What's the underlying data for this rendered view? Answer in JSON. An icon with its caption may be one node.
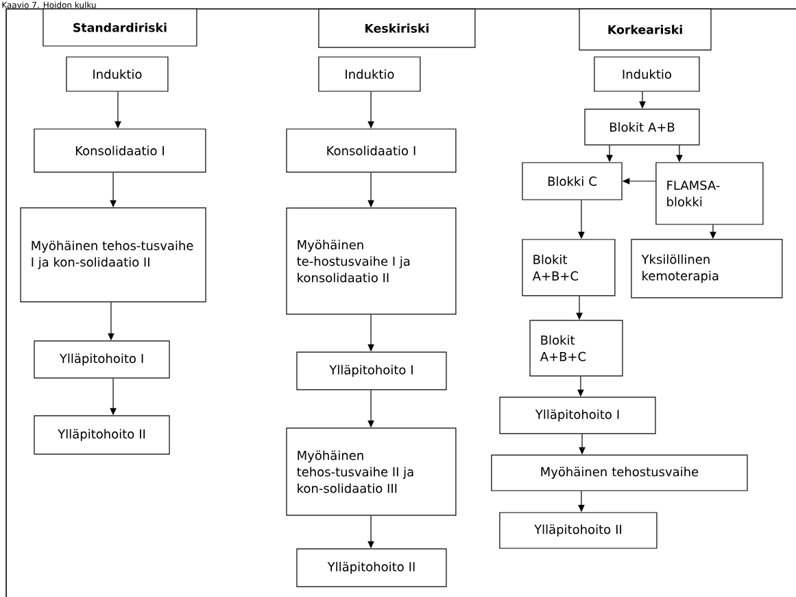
{
  "diagram": {
    "title": "Kaavio 7. Hoidon kulku",
    "nodes": [
      {
        "text": [
          "Standardiriski"
        ]
      },
      {
        "text": [
          "Induktio"
        ]
      },
      {
        "text": [
          "Konsolidaatio I"
        ]
      },
      {
        "text": [
          "Myöhäinen tehos-tusvaihe I ja kon-solidaatio II"
        ]
      },
      {
        "text": [
          "Ylläpitohoito I"
        ]
      },
      {
        "text": [
          "Ylläpitohoito II"
        ]
      },
      {
        "text": [
          "Keskiriski"
        ]
      },
      {
        "text": [
          "Induktio"
        ]
      },
      {
        "text": [
          "Konsolidaatio I"
        ]
      },
      {
        "text": [
          "Myöhäinen te-hostusvaihe I ja konsolidaatio II"
        ]
      },
      {
        "text": [
          "Ylläpitohoito I"
        ]
      },
      {
        "text": [
          "Myöhäinen tehos-tusvaihe II ja kon-solidaatio III"
        ]
      },
      {
        "text": [
          "Ylläpitohoito II"
        ]
      },
      {
        "text": [
          "Korkeariski"
        ]
      },
      {
        "text": [
          "Induktio"
        ]
      },
      {
        "text": [
          "Blokit A+B"
        ]
      },
      {
        "text": [
          "Blokki C"
        ]
      },
      {
        "text": [
          "FLAMSA-blokki"
        ]
      },
      {
        "text": [
          "Blokit A+B+C"
        ]
      },
      {
        "text": [
          "Yksilöllinen kemoterapia"
        ]
      },
      {
        "text": [
          "Blokit A+B+C"
        ]
      },
      {
        "text": [
          "Ylläpitohoito I"
        ]
      },
      {
        "text": [
          "Myöhäinen tehostusvaihe"
        ]
      },
      {
        "text": [
          "Ylläpitohoito II"
        ]
      }
    ],
    "edges": [
      {
        "from": 1,
        "to": 2,
        "arrow": "to"
      },
      {
        "from": 2,
        "to": 3,
        "arrow": "to"
      },
      {
        "from": 3,
        "to": 4,
        "arrow": "to"
      },
      {
        "from": 4,
        "to": 5,
        "arrow": "to"
      },
      {
        "from": 7,
        "to": 8,
        "arrow": "to"
      },
      {
        "from": 8,
        "to": 9,
        "arrow": "to"
      },
      {
        "from": 9,
        "to": 10,
        "arrow": "to"
      },
      {
        "from": 10,
        "to": 11,
        "arrow": "to"
      },
      {
        "from": 11,
        "to": 12,
        "arrow": "to"
      },
      {
        "from": 14,
        "to": 15,
        "arrow": "to"
      },
      {
        "from": 15,
        "to": 16,
        "arrow": "to"
      },
      {
        "from": 15,
        "to": 17,
        "arrow": "to"
      },
      {
        "from": 17,
        "to": 16,
        "arrow": "to"
      },
      {
        "from": 16,
        "to": 18,
        "arrow": "to"
      },
      {
        "from": 17,
        "to": 19,
        "arrow": "to"
      },
      {
        "from": 18,
        "to": 20,
        "arrow": "to"
      },
      {
        "from": 20,
        "to": 21,
        "arrow": "to"
      },
      {
        "from": 21,
        "to": 22,
        "arrow": "to"
      },
      {
        "from": 22,
        "to": 23,
        "arrow": "to"
      }
    ]
  }
}
